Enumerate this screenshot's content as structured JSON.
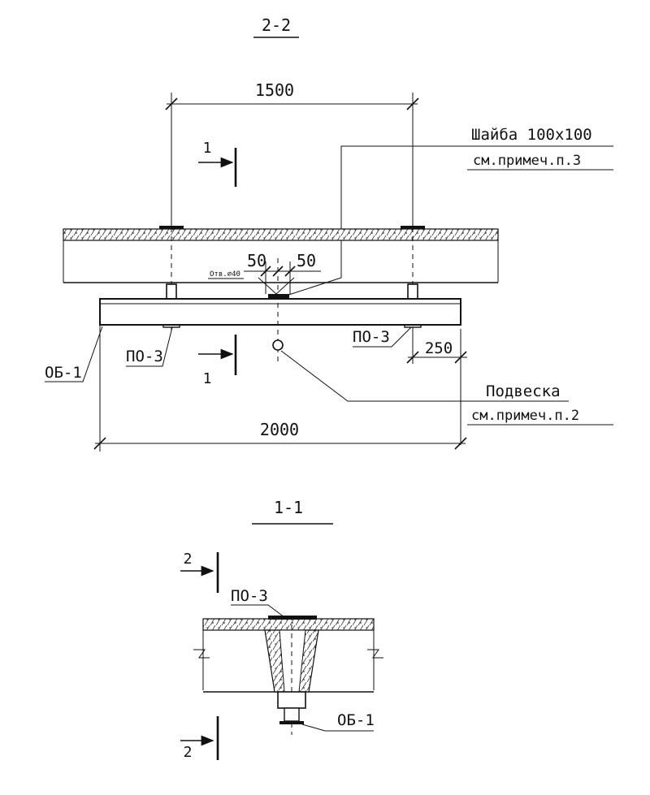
{
  "section_2_2": {
    "title": "2-2",
    "dim_span": "1500",
    "dim_total": "2000",
    "dim_edge": "250",
    "dim_left_50": "50",
    "dim_right_50": "50",
    "hole_note": "Отв.⌀40",
    "washer_label": "Шайба 100х100",
    "washer_note": "см.примеч.п.3",
    "hanger_label": "Подвеска",
    "hanger_note": "см.примеч.п.2",
    "po3_left": "ПО-3",
    "po3_right": "ПО-3",
    "ob1_label": "ОБ-1",
    "cut_top": "1",
    "cut_bottom": "1"
  },
  "section_1_1": {
    "title": "1-1",
    "cut_top": "2",
    "cut_bottom": "2",
    "po3_label": "ПО-3",
    "ob1_label": "ОБ-1"
  }
}
